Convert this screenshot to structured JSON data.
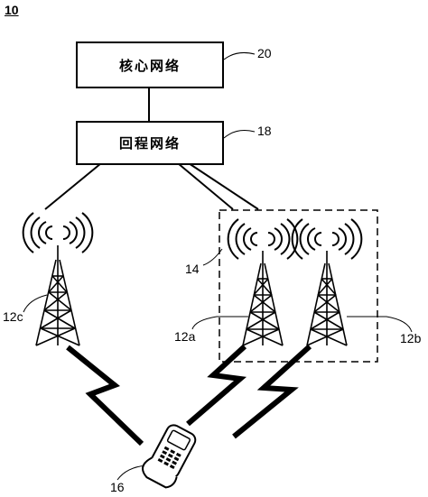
{
  "figure": {
    "label": "10"
  },
  "boxes": {
    "core": {
      "text": "核心网络",
      "ref": "20"
    },
    "backhaul": {
      "text": "回程网络",
      "ref": "18"
    }
  },
  "towers": [
    {
      "ref": "12c"
    },
    {
      "ref": "12a"
    },
    {
      "ref": "12b"
    }
  ],
  "group": {
    "ref": "14"
  },
  "device": {
    "ref": "16",
    "icon": "mobile-phone-icon"
  }
}
